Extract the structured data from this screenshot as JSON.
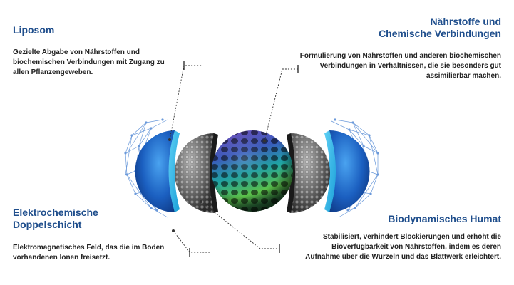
{
  "blocks": {
    "liposom": {
      "title": "Liposom",
      "text": "Gezielte Abgabe von Nährstoffen und biochemischen Verbindungen mit Zugang zu allen Pflanzengeweben."
    },
    "naehrstoffe": {
      "title_line1": "Nährstoffe und",
      "title_line2": "Chemische Verbindungen",
      "text": "Formulierung von Nährstoffen und anderen biochemischen Verbindungen in Verhältnissen, die sie besonders gut assimilierbar machen."
    },
    "elektro": {
      "title_line1": "Elektrochemische",
      "title_line2": "Doppelschicht",
      "text": "Elektromagnetisches Feld, das die im Boden vorhandenen Ionen freisetzt."
    },
    "humat": {
      "title": "Biodynamisches Humat",
      "text": "Stabilisiert, verhindert Blockierungen und erhöht die Bioverfügbarkeit von Nährstoffen, indem es deren Aufnahme über die Wurzeln und das Blattwerk erleichtert."
    }
  },
  "colors": {
    "heading": "#1f4e8c",
    "text": "#222222",
    "blue_dark": "#1b4fa8",
    "blue_light": "#26b5e8",
    "mesh": "#5b8fd6",
    "grey_shell": "#6e6e6e",
    "core_purple": "#6a3fa0",
    "core_teal": "#1fa0a0",
    "core_green": "#5cc24a"
  }
}
